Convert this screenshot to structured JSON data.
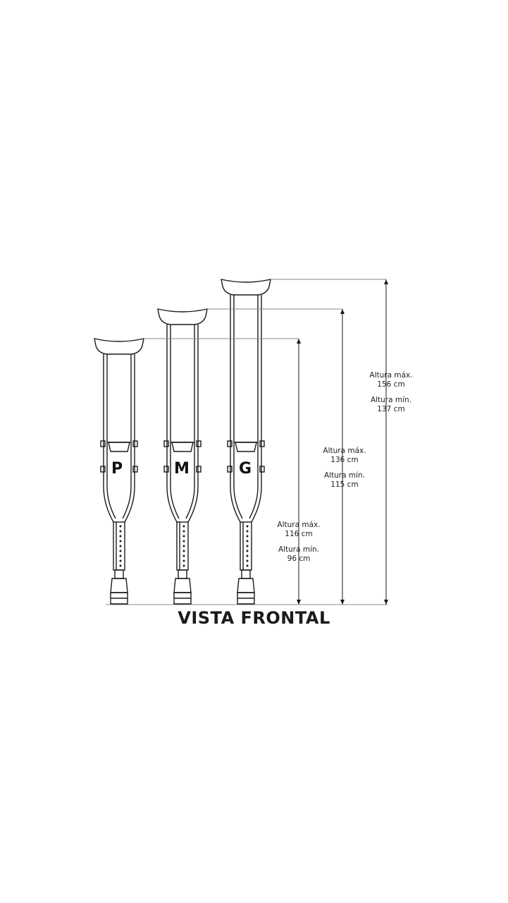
{
  "title": "VISTA FRONTAL",
  "crutches": [
    {
      "size": "P",
      "max_label": "Altura máx.",
      "max_value": "116 cm",
      "min_label": "Altura mín.",
      "min_value": "96 cm"
    },
    {
      "size": "M",
      "max_label": "Altura máx.",
      "max_value": "136 cm",
      "min_label": "Altura mín.",
      "min_value": "115 cm"
    },
    {
      "size": "G",
      "max_label": "Altura máx.",
      "max_value": "156 cm",
      "min_label": "Altura mín.",
      "min_value": "137 cm"
    }
  ],
  "colors": {
    "line": "#1a1a1a",
    "guide": "#888888",
    "background": "#ffffff"
  }
}
